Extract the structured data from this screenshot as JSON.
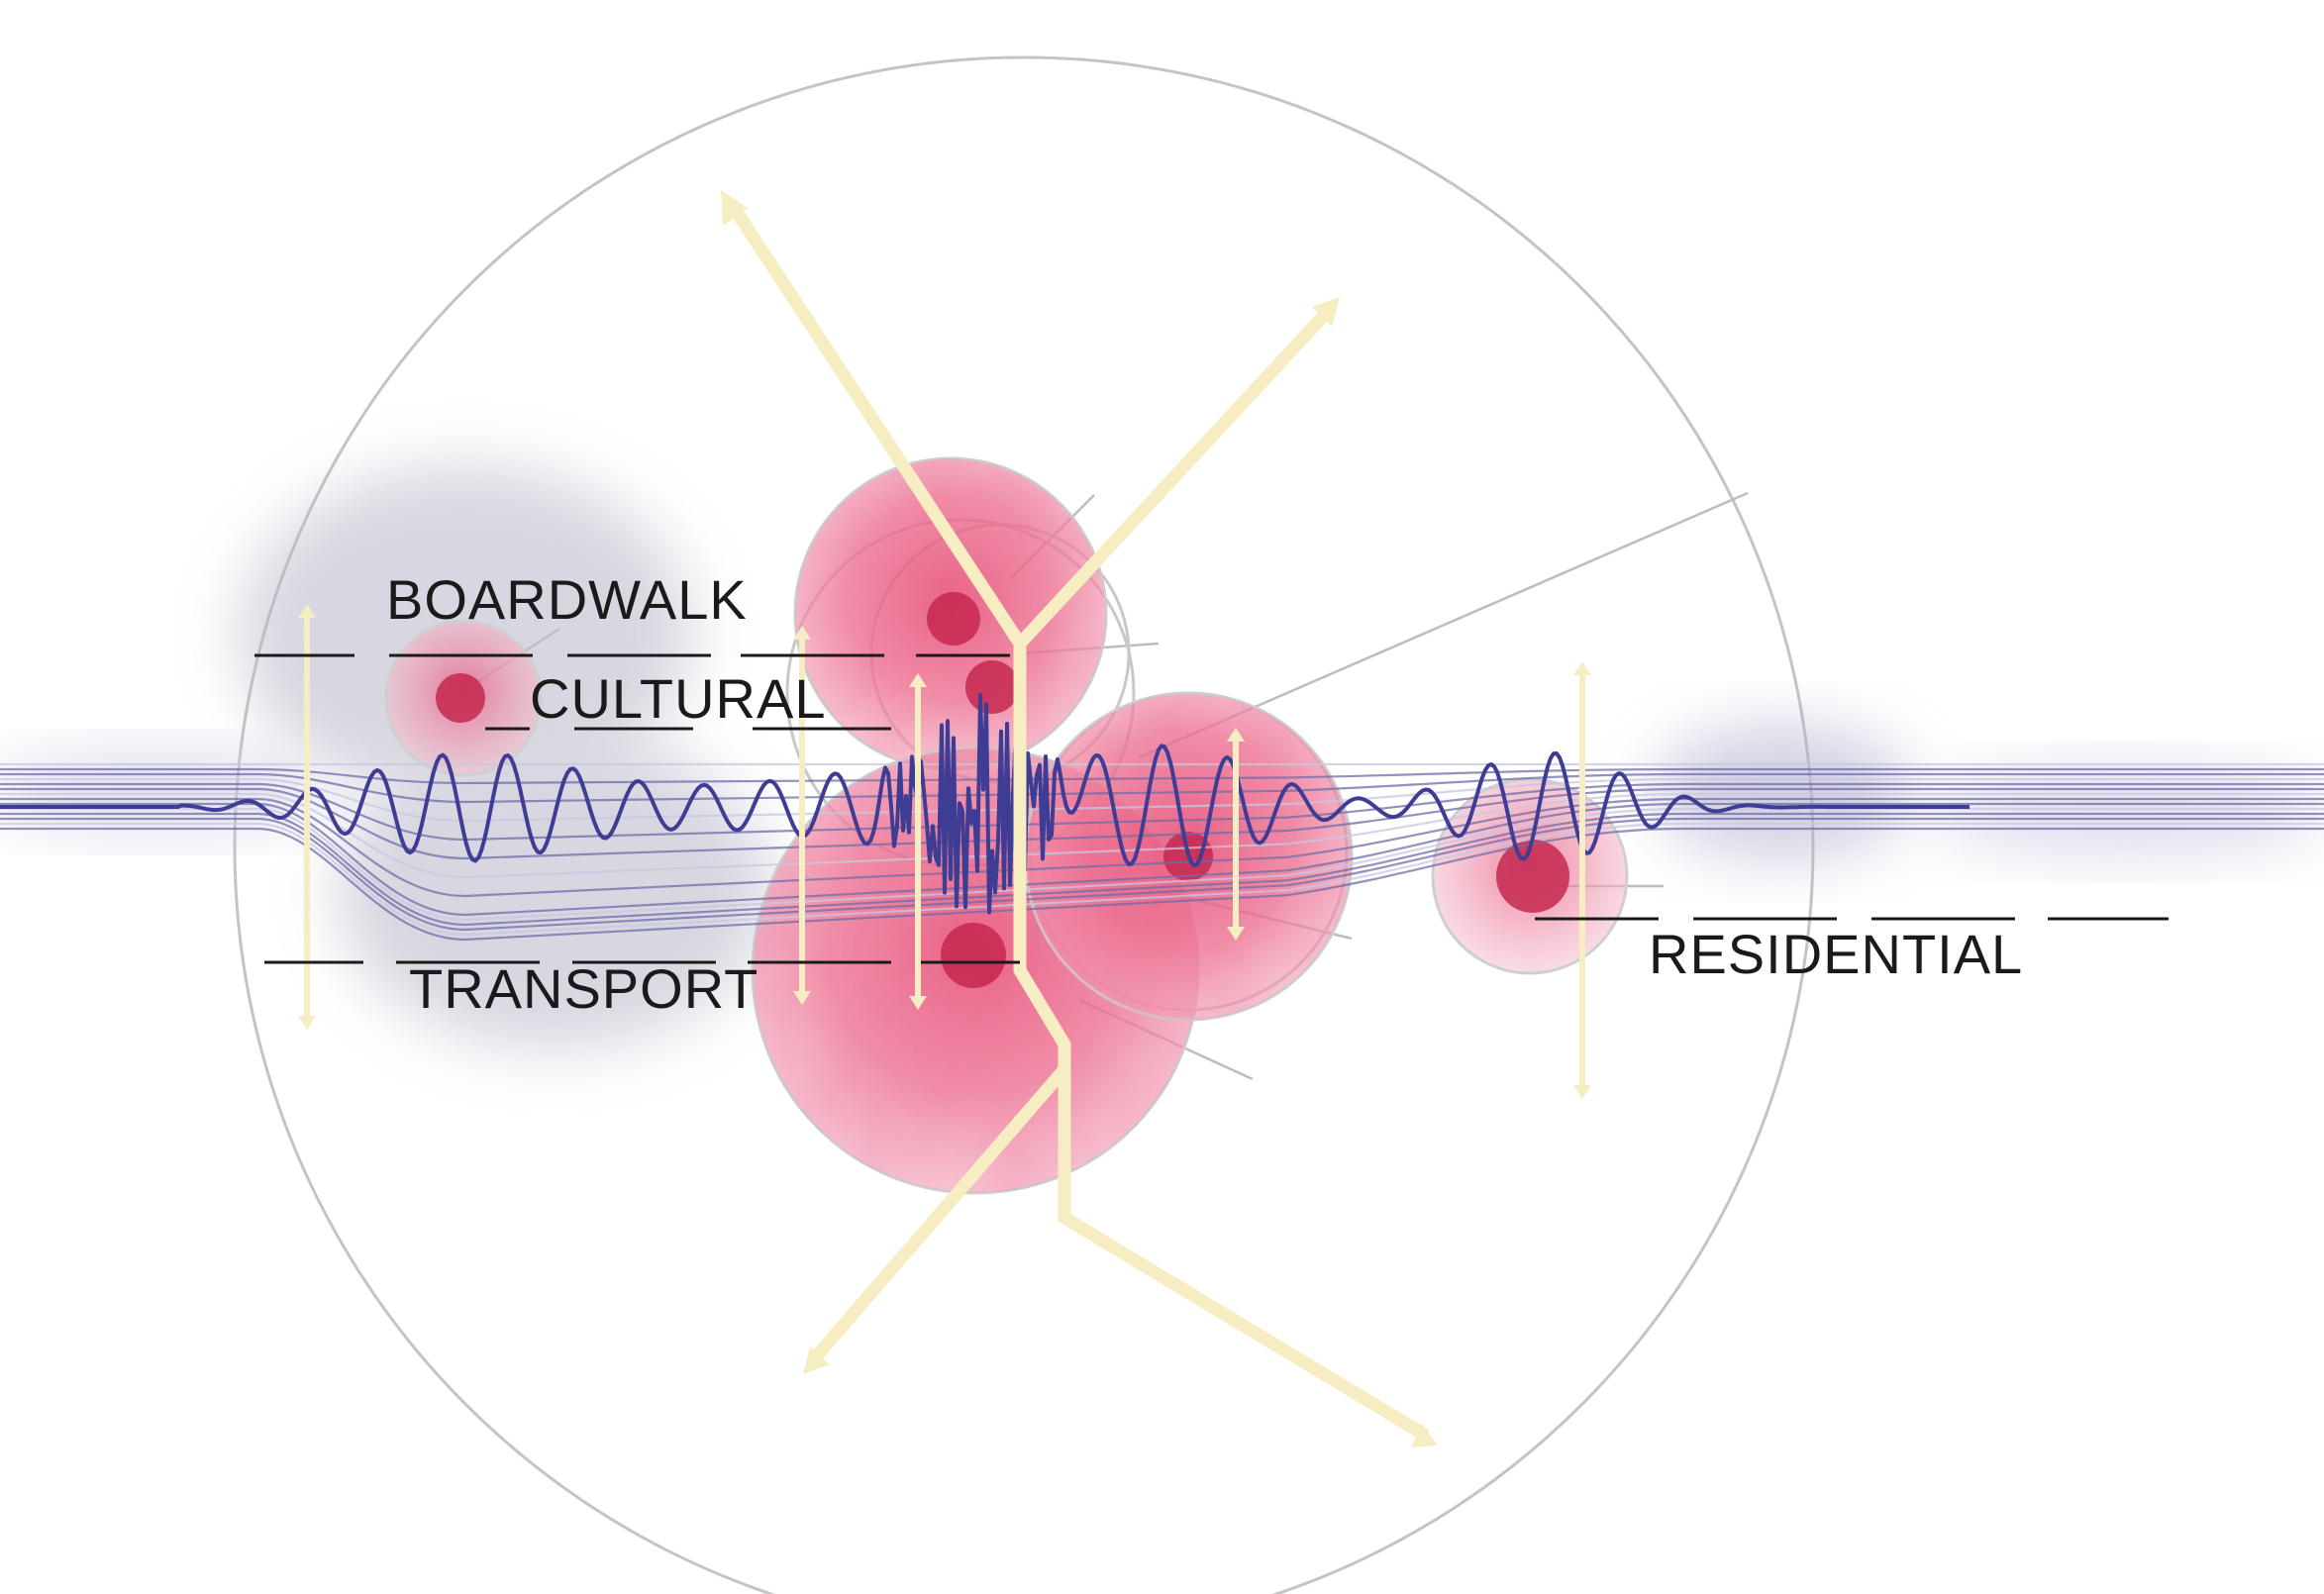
{
  "labels": {
    "boardwalk": "BOARDWALK",
    "cultural": "CULTURAL",
    "transport": "TRANSPORT",
    "residential": "RESIDENTIAL"
  },
  "colors": {
    "background": "#ffffff",
    "boundary": "#c4c4c4",
    "node_fill": "#e8587e",
    "node_core": "#c62850",
    "haze": "#8b86b4",
    "wave": "#3f3d93",
    "path": "#f7edc2",
    "connector": "#bdbdbd",
    "text": "#1a1a1a"
  },
  "icons": {
    "path_arrow": "double-arrow-icon",
    "path_arrowhead": "arrowhead-icon"
  }
}
